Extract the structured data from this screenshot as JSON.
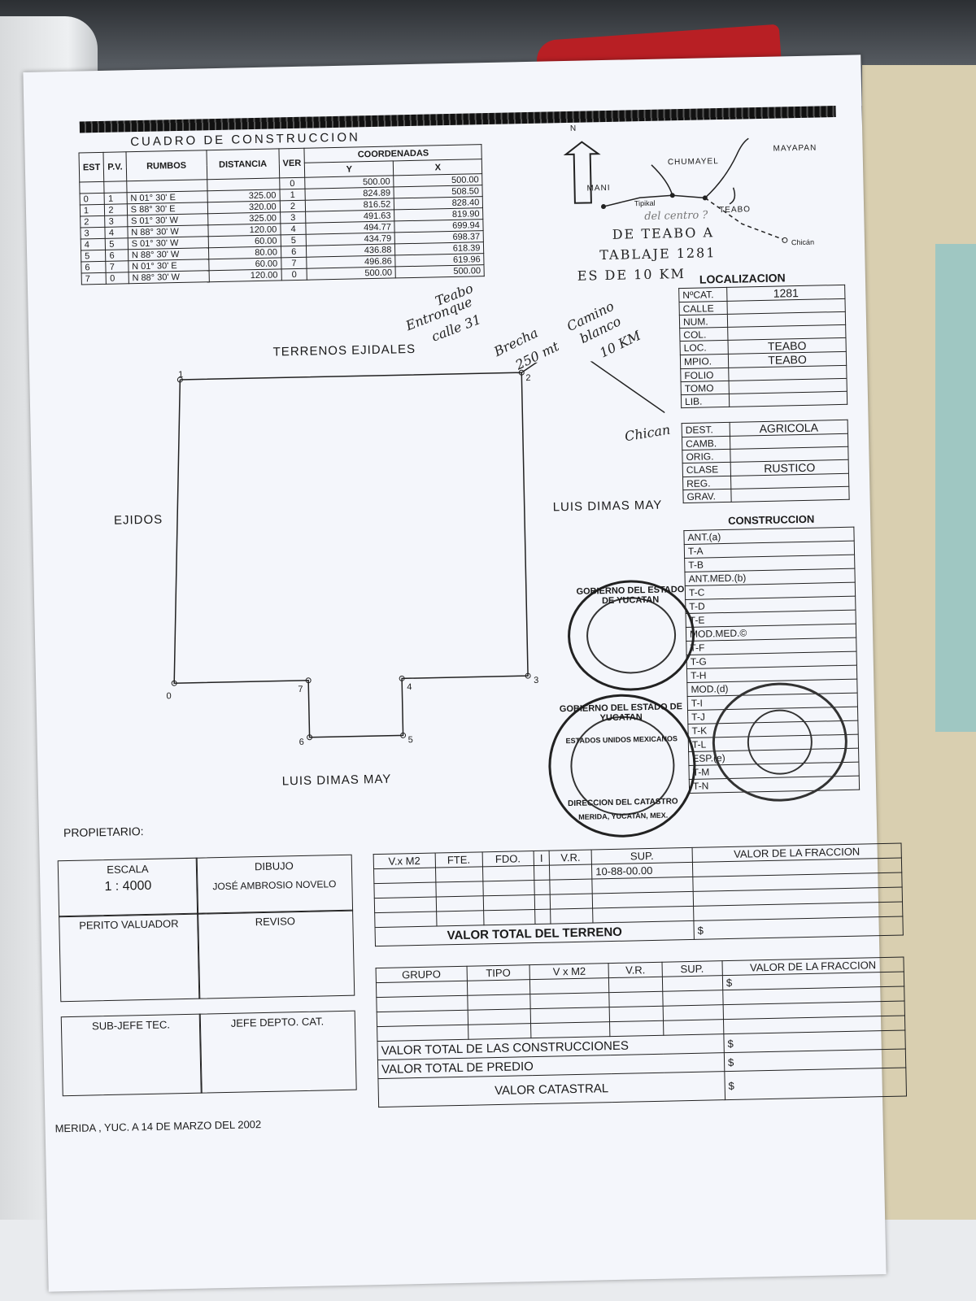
{
  "header_table": {
    "title": "CUADRO DE CONSTRUCCION",
    "coords_header": "COORDENADAS",
    "col_est": "EST",
    "col_pv": "P.V.",
    "col_rumbos": "RUMBOS",
    "col_distancia": "DISTANCIA",
    "col_ver": "VER",
    "col_y": "Y",
    "col_x": "X",
    "rows": [
      {
        "est": "",
        "pv": "",
        "rumbo": "",
        "dist": "",
        "ver": "0",
        "y": "500.00",
        "x": "500.00"
      },
      {
        "est": "0",
        "pv": "1",
        "rumbo": "N 01°  30' E",
        "dist": "325.00",
        "ver": "1",
        "y": "824.89",
        "x": "508.50"
      },
      {
        "est": "1",
        "pv": "2",
        "rumbo": "S 88°  30' E",
        "dist": "320.00",
        "ver": "2",
        "y": "816.52",
        "x": "828.40"
      },
      {
        "est": "2",
        "pv": "3",
        "rumbo": "S 01°  30' W",
        "dist": "325.00",
        "ver": "3",
        "y": "491.63",
        "x": "819.90"
      },
      {
        "est": "3",
        "pv": "4",
        "rumbo": "N 88°  30' W",
        "dist": "120.00",
        "ver": "4",
        "y": "494.77",
        "x": "699.94"
      },
      {
        "est": "4",
        "pv": "5",
        "rumbo": "S 01°  30' W",
        "dist": "60.00",
        "ver": "5",
        "y": "434.79",
        "x": "698.37"
      },
      {
        "est": "5",
        "pv": "6",
        "rumbo": "N 88°  30' W",
        "dist": "80.00",
        "ver": "6",
        "y": "436.88",
        "x": "618.39"
      },
      {
        "est": "6",
        "pv": "7",
        "rumbo": "N 01°  30' E",
        "dist": "60.00",
        "ver": "7",
        "y": "496.86",
        "x": "619.96"
      },
      {
        "est": "7",
        "pv": "0",
        "rumbo": "N 88°  30' W",
        "dist": "120.00",
        "ver": "0",
        "y": "500.00",
        "x": "500.00"
      }
    ]
  },
  "map": {
    "north": "N",
    "mani": "MANI",
    "chumayel": "CHUMAYEL",
    "mayapan": "MAYAPAN",
    "tipikal": "Tipikal",
    "teabo": "TEABO",
    "chican": "Chicán",
    "hand_1": "DE TEABO A",
    "hand_2": "TABLAJE 1281",
    "hand_3": "ES DE 10 KM",
    "hand_centro": "del centro ?"
  },
  "plot": {
    "north_label": "TERRENOS EJIDALES",
    "west_label": "EJIDOS",
    "east_label": "LUIS DIMAS MAY",
    "south_label": "LUIS DIMAS MAY",
    "vertices": [
      "0",
      "1",
      "2",
      "3",
      "4",
      "5",
      "6",
      "7"
    ],
    "hand_teabo": "Teabo",
    "hand_entronque": "Entronque",
    "hand_calle": "calle 31",
    "hand_brecha": "Brecha",
    "hand_250": "250 mt",
    "hand_camino": "Camino",
    "hand_blanco": "blanco",
    "hand_10km": "10 KM",
    "hand_chican": "Chican"
  },
  "localizacion": {
    "title": "LOCALIZACION",
    "rows": [
      {
        "k": "NºCAT.",
        "v": "1281"
      },
      {
        "k": "CALLE",
        "v": ""
      },
      {
        "k": "NUM.",
        "v": ""
      },
      {
        "k": "COL.",
        "v": ""
      },
      {
        "k": "LOC.",
        "v": "TEABO"
      },
      {
        "k": "MPIO.",
        "v": "TEABO"
      },
      {
        "k": "FOLIO",
        "v": ""
      },
      {
        "k": "TOMO",
        "v": ""
      },
      {
        "k": "LIB.",
        "v": ""
      }
    ],
    "rows2": [
      {
        "k": "DEST.",
        "v": "AGRICOLA"
      },
      {
        "k": "CAMB.",
        "v": ""
      },
      {
        "k": "ORIG.",
        "v": ""
      },
      {
        "k": "CLASE",
        "v": "RUSTICO"
      },
      {
        "k": "REG.",
        "v": ""
      },
      {
        "k": "GRAV.",
        "v": ""
      }
    ]
  },
  "construccion": {
    "title": "CONSTRUCCION",
    "rows": [
      "ANT.(a)",
      "T-A",
      "T-B",
      "ANT.MED.(b)",
      "T-C",
      "T-D",
      "T-E",
      "MOD.MED.©",
      "T-F",
      "T-G",
      "T-H",
      "MOD.(d)",
      "T-I",
      "T-J",
      "T-K",
      "T-L",
      "ESP.(e)",
      "T-M",
      "T-N"
    ]
  },
  "seal": {
    "outer": "GOBIERNO DEL ESTADO DE YUCATAN",
    "middle": "ESTADOS UNIDOS MEXICANOS",
    "bottom": "DIRECCION DEL CATASTRO",
    "city": "MERIDA, YUCATAN, MEX."
  },
  "footer": {
    "propietario": "PROPIETARIO:",
    "escala_label": "ESCALA",
    "escala_value": "1 : 4000",
    "dibujo_label": "DIBUJO",
    "dibujo_value": "JOSÉ AMBROSIO NOVELO",
    "perito": "PERITO VALUADOR",
    "reviso": "REVISO",
    "subjefe": "SUB-JEFE TEC.",
    "jefe": "JEFE DEPTO. CAT.",
    "fecha": "MERIDA , YUC. A  14  DE  MARZO  DEL 2002"
  },
  "valor_terreno": {
    "cols": [
      "V.x M2",
      "FTE.",
      "FDO.",
      "I",
      "V.R.",
      "SUP.",
      "VALOR DE LA FRACCION"
    ],
    "sup_value": "10-88-00.00",
    "total_label": "VALOR TOTAL DEL TERRENO",
    "currency": "$"
  },
  "valor_construccion": {
    "cols": [
      "GRUPO",
      "TIPO",
      "V x M2",
      "V.R.",
      "SUP.",
      "VALOR DE LA FRACCION"
    ],
    "total_construcciones": "VALOR TOTAL DE LAS CONSTRUCCIONES",
    "total_predio": "VALOR TOTAL DE PREDIO",
    "catastral": "VALOR CATASTRAL",
    "currency": "$"
  }
}
